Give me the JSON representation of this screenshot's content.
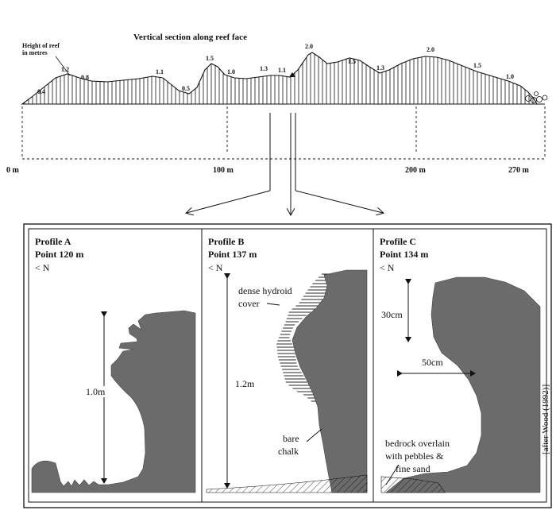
{
  "section": {
    "title": "Vertical section along reef face",
    "height_label_1": "Height of reef",
    "height_label_2": "in metres",
    "heights": [
      {
        "label": "0.4"
      },
      {
        "label": "1.2"
      },
      {
        "label": "0.8"
      },
      {
        "label": "1.1"
      },
      {
        "label": "0.5"
      },
      {
        "label": "1.5"
      },
      {
        "label": "1.0"
      },
      {
        "label": "1.3"
      },
      {
        "label": "1.1"
      },
      {
        "label": "2.0"
      },
      {
        "label": "1.5"
      },
      {
        "label": "1.3"
      },
      {
        "label": "2.0"
      },
      {
        "label": "1.5"
      },
      {
        "label": "1.0"
      }
    ],
    "distances": [
      "0 m",
      "100 m",
      "200 m",
      "270 m"
    ]
  },
  "profiles": [
    {
      "name": "Profile A",
      "point": "Point 120 m",
      "north": "< N",
      "height": "1.0m"
    },
    {
      "name": "Profile B",
      "point": "Point 137 m",
      "north": "< N",
      "height": "1.2m",
      "label_hydroid_1": "dense hydroid",
      "label_hydroid_2": "cover",
      "label_chalk_1": "bare",
      "label_chalk_2": "chalk"
    },
    {
      "name": "Profile C",
      "point": "Point 134 m",
      "north": "< N",
      "height": "30cm",
      "width": "50cm",
      "label_bed_1": "bedrock overlain",
      "label_bed_2": "with pebbles &",
      "label_bed_3": "fine sand"
    }
  ],
  "credit": "[after Wood (1992)]",
  "colors": {
    "rock": "#6b6b6b",
    "line": "#111111"
  }
}
